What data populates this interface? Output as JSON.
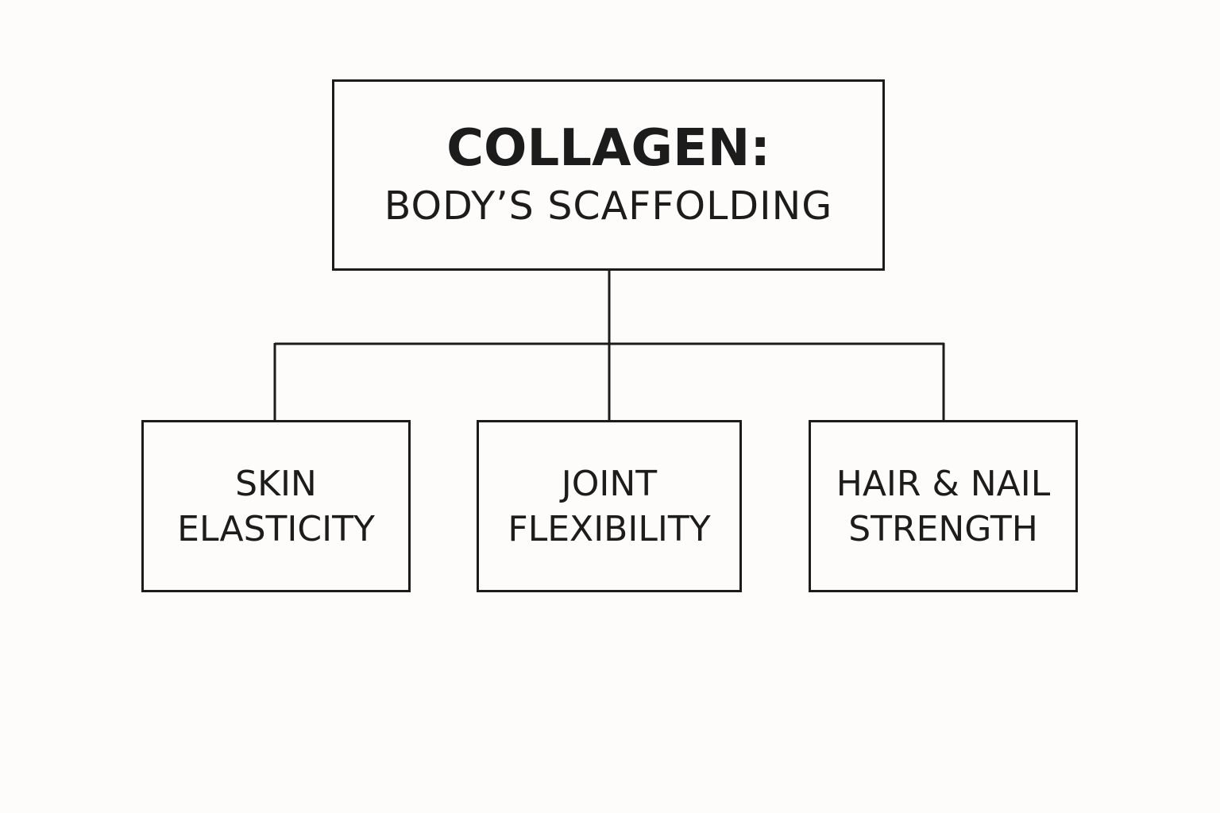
{
  "diagram": {
    "root": {
      "title": "COLLAGEN:",
      "subtitle": "BODY’S SCAFFOLDING"
    },
    "children": [
      {
        "line1": "SKIN",
        "line2": "ELASTICITY"
      },
      {
        "line1": "JOINT",
        "line2": "FLEXIBILITY"
      },
      {
        "line1": "HAIR & NAIL",
        "line2": "STRENGTH"
      }
    ]
  },
  "colors": {
    "background": "#fdfcfa",
    "stroke": "#1c1c1c",
    "text": "#1c1c1c"
  }
}
